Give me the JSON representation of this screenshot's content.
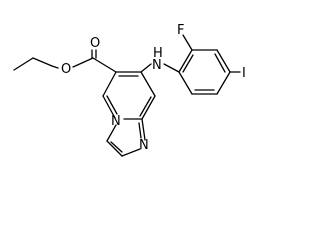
{
  "molecule": {
    "atom_labels": {
      "ester_oxygen": "O",
      "carbonyl_oxygen": "O",
      "amine_nitrogen": "N",
      "amine_hydrogen": "H",
      "fluorine": "F",
      "iodine": "I",
      "bridgehead_nitrogen": "N",
      "imidazole_nitrogen": "N"
    },
    "colors": {
      "bond": "#000000",
      "label": "#000000",
      "background": "#ffffff"
    }
  }
}
